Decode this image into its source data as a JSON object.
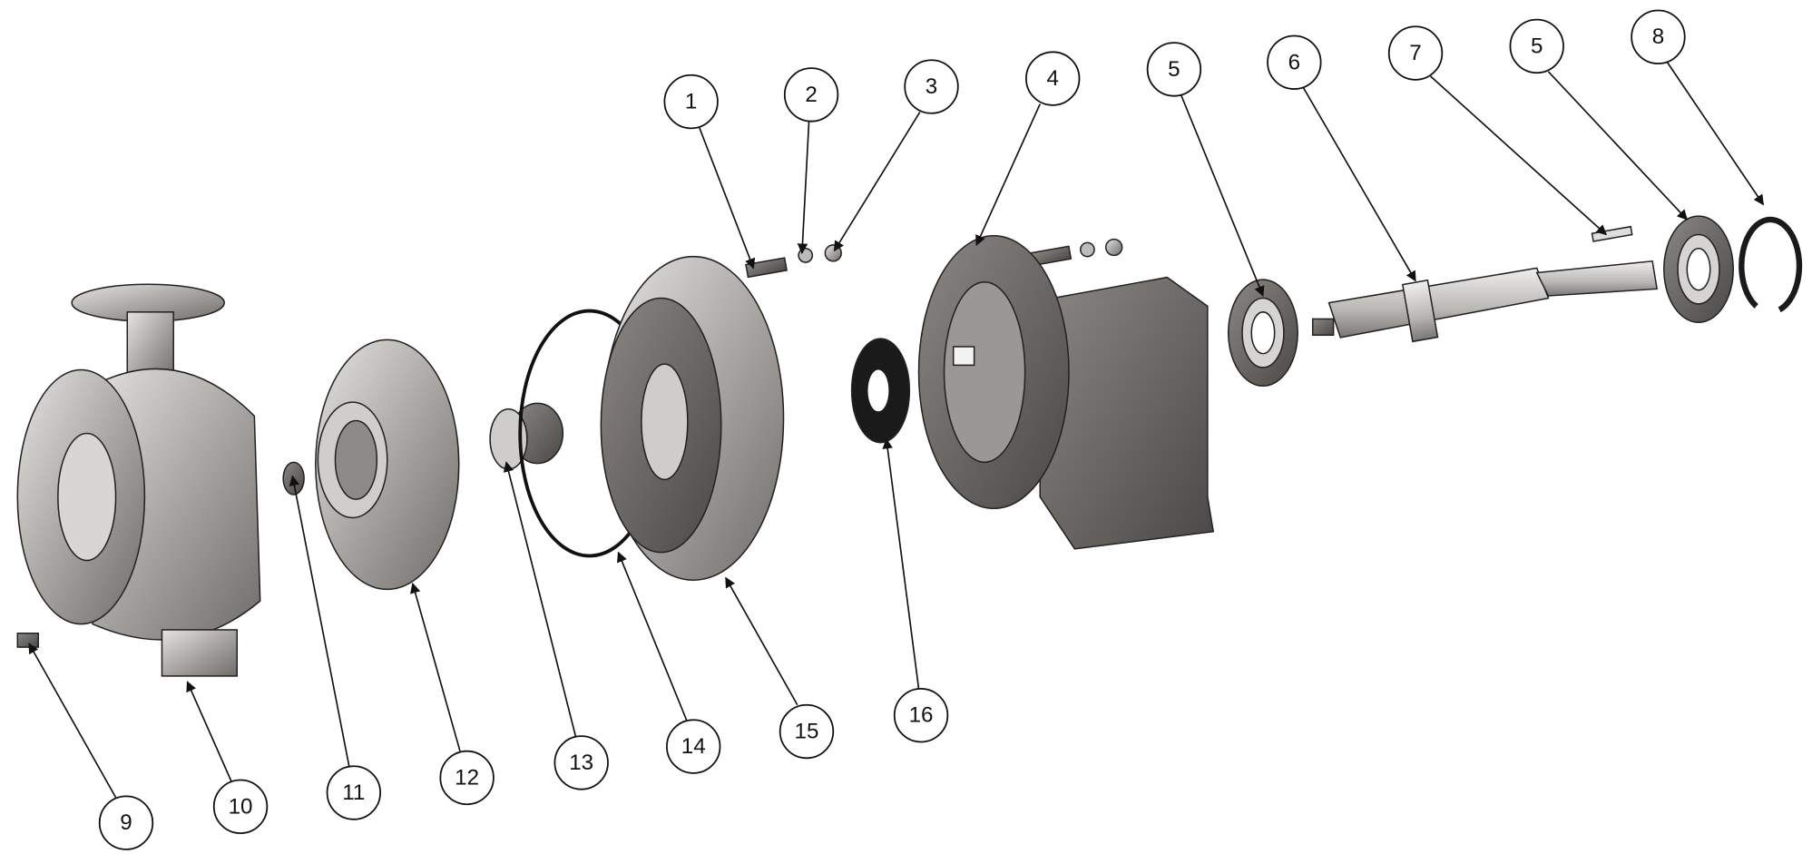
{
  "diagram": {
    "type": "exploded-view",
    "balloons": [
      "1",
      "2",
      "3",
      "4",
      "5",
      "6",
      "7",
      "5",
      "8",
      "9",
      "10",
      "11",
      "12",
      "13",
      "14",
      "15",
      "16"
    ]
  }
}
